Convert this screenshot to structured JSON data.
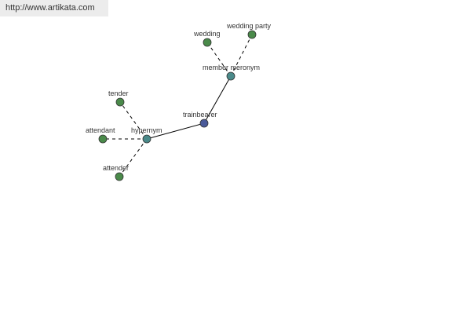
{
  "site": {
    "url": "http://www.artikata.com"
  },
  "colors": {
    "center_node": "#4a5a9a",
    "relation_node": "#4a8a8a",
    "leaf_node": "#4a8a4a",
    "node_stroke": "#333333",
    "edge": "#000000",
    "background": "#ffffff",
    "url_bar_bg": "#ececec"
  },
  "graph": {
    "nodes": [
      {
        "id": "trainbearer",
        "label": "trainbearer",
        "kind": "center"
      },
      {
        "id": "member-meronym",
        "label": "member meronym",
        "kind": "relation"
      },
      {
        "id": "hypernym",
        "label": "hypernym",
        "kind": "relation"
      },
      {
        "id": "wedding",
        "label": "wedding",
        "kind": "leaf"
      },
      {
        "id": "wedding-party",
        "label": "wedding party",
        "kind": "leaf"
      },
      {
        "id": "tender",
        "label": "tender",
        "kind": "leaf"
      },
      {
        "id": "attendant",
        "label": "attendant",
        "kind": "leaf"
      },
      {
        "id": "attender",
        "label": "attender",
        "kind": "leaf"
      }
    ],
    "edges": [
      {
        "from": "trainbearer",
        "to": "member-meronym",
        "style": "solid"
      },
      {
        "from": "trainbearer",
        "to": "hypernym",
        "style": "solid"
      },
      {
        "from": "member-meronym",
        "to": "wedding",
        "style": "dashed"
      },
      {
        "from": "member-meronym",
        "to": "wedding-party",
        "style": "dashed"
      },
      {
        "from": "hypernym",
        "to": "tender",
        "style": "dashed"
      },
      {
        "from": "hypernym",
        "to": "attendant",
        "style": "dashed"
      },
      {
        "from": "hypernym",
        "to": "attender",
        "style": "dashed"
      }
    ]
  }
}
